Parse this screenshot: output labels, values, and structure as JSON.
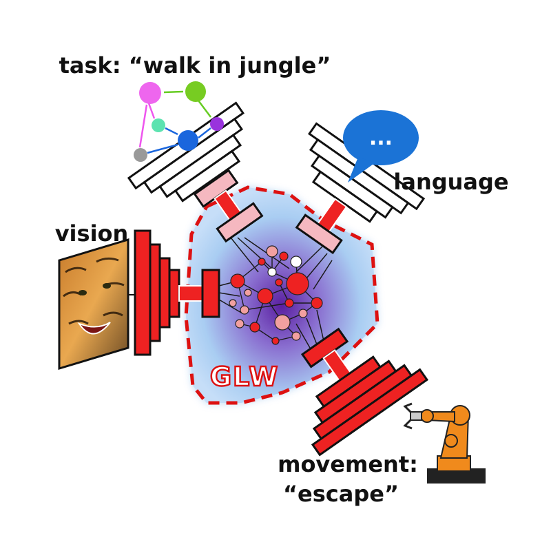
{
  "labels": {
    "task": "task: “walk in jungle”",
    "language": "language",
    "vision": "vision",
    "glw": "GLW",
    "movement_line1": "movement:",
    "movement_line2": "“escape”",
    "speech": "..."
  },
  "colors": {
    "module_red": "#ee2222",
    "module_pink": "#f5b8c0",
    "module_white": "#ffffff",
    "glw_border": "#dd1111",
    "glw_fill_center": "#6a2fa8",
    "glw_fill_outer": "#a9cdf2",
    "speech_bubble": "#1b73d6",
    "robot_orange": "#f08a1c",
    "robot_base": "#222222"
  },
  "icons": {
    "vision_image": "tiger-photo-icon",
    "speech": "speech-bubble-icon",
    "robot": "robot-arm-icon",
    "task_graph": "task-graph-icon"
  }
}
